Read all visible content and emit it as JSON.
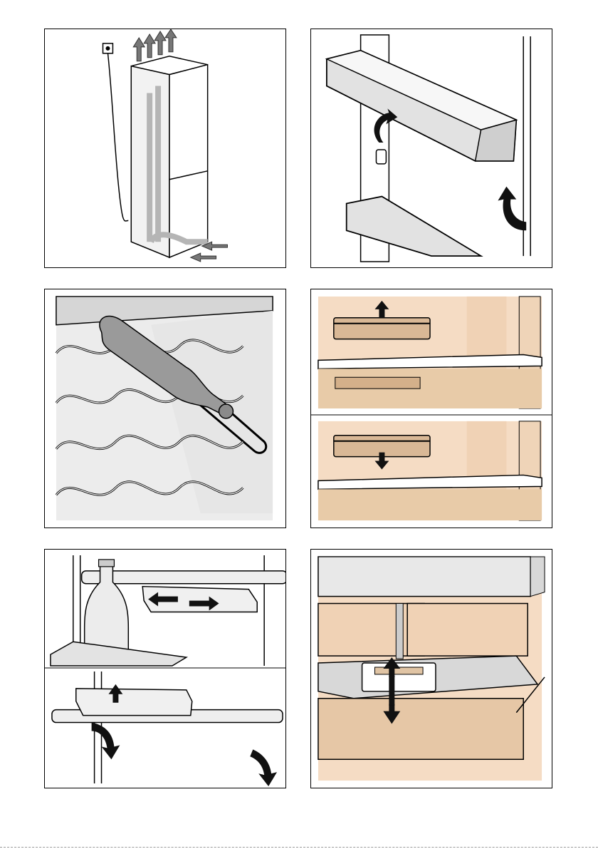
{
  "document": {
    "kind": "illustration-sheet",
    "colors": {
      "cabinet": "#f5dcc4",
      "cabinet_shade": "#e6c7a6",
      "gray_light": "#e3e3e3",
      "gray_mid": "#c6c6c6",
      "gray_dark": "#7a7a7a",
      "arrow": "#111111"
    },
    "panels": [
      {
        "id": "ventilation",
        "icon": "airflow-arrows-icon"
      },
      {
        "id": "door-shelf-removal",
        "icon": "lift-arrow-icon"
      },
      {
        "id": "bottle-rack",
        "icon": "bottle-icon"
      },
      {
        "id": "shelf-insert-up-down",
        "icon": "up-down-arrow-icon"
      },
      {
        "id": "shelf-box-slide-lift",
        "icon": "slide-arrow-icon"
      },
      {
        "id": "drawer-divider",
        "icon": "vertical-double-arrow-icon"
      }
    ]
  }
}
